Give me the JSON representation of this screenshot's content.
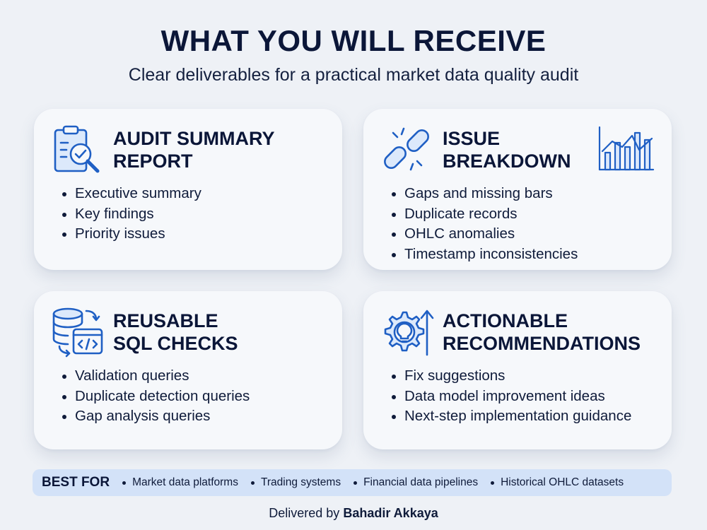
{
  "header": {
    "title": "WHAT YOU WILL RECEIVE",
    "subtitle": "Clear deliverables for a practical market data quality audit"
  },
  "cards": [
    {
      "title_line1": "AUDIT SUMMARY",
      "title_line2": "REPORT",
      "icon": "clipboard-magnifier-icon",
      "items": [
        "Executive summary",
        "Key findings",
        "Priority issues"
      ]
    },
    {
      "title_line1": "ISSUE",
      "title_line2": "BREAKDOWN",
      "icon": "broken-chain-icon",
      "items": [
        "Gaps and missing bars",
        "Duplicate records",
        "OHLC anomalies",
        "Timestamp inconsistencies"
      ]
    },
    {
      "title_line1": "REUSABLE",
      "title_line2": "SQL CHECKS",
      "icon": "database-code-icon",
      "items": [
        "Validation queries",
        "Duplicate detection queries",
        "Gap analysis queries"
      ]
    },
    {
      "title_line1": "ACTIONABLE",
      "title_line2": "RECOMMENDATIONS",
      "icon": "gear-lightbulb-icon",
      "items": [
        "Fix suggestions",
        "Data model improvement ideas",
        "Next-step implementation guidance"
      ]
    }
  ],
  "best_for": {
    "label": "BEST FOR",
    "items": [
      "Market data platforms",
      "Trading systems",
      "Financial data pipelines",
      "Historical OHLC datasets"
    ]
  },
  "footer": {
    "prefix": "Delivered by",
    "author": "Bahadir Akkaya"
  },
  "colors": {
    "accent": "#2a6fd6",
    "background": "#eef1f6",
    "text": "#0b1638",
    "banner": "#d3e2f8"
  }
}
